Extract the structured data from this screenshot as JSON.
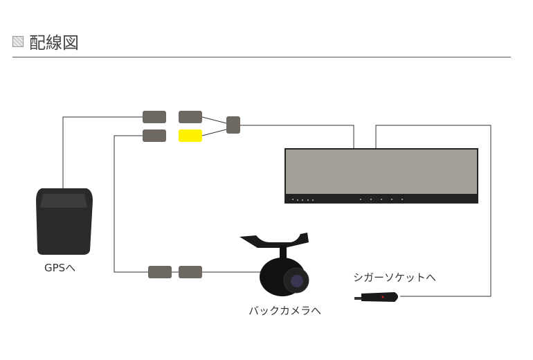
{
  "header": {
    "title": "配線図",
    "icon": "diagram-icon"
  },
  "labels": {
    "gps": "GPSへ",
    "camera": "バックカメラへ",
    "cigar": "シガーソケットへ"
  },
  "colors": {
    "connector": "#6e6862",
    "highlight": "#fff200",
    "wire": "#333333"
  }
}
